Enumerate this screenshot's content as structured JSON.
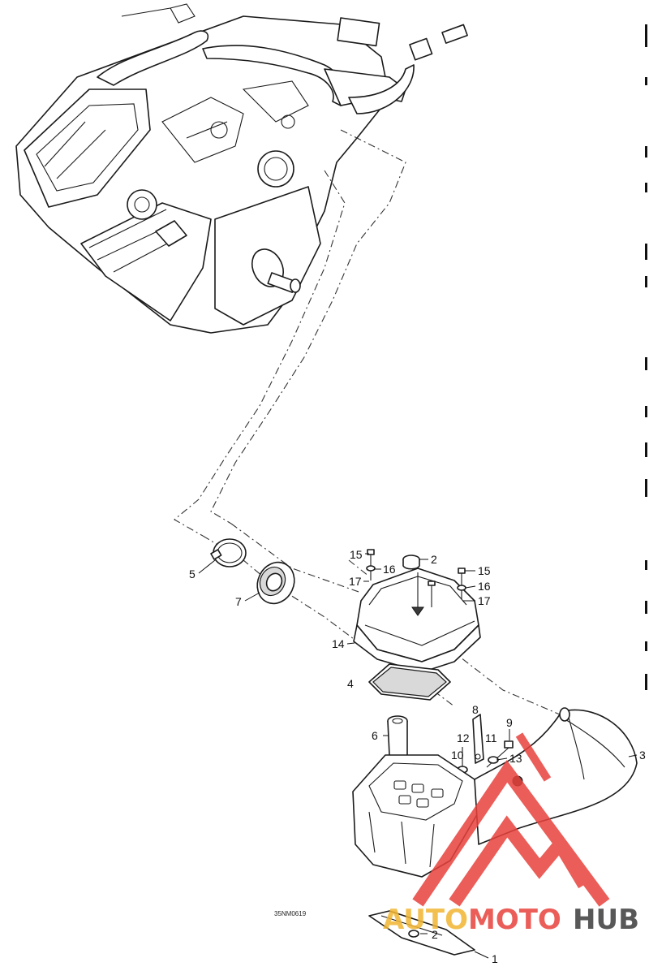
{
  "diagram": {
    "drawing_code": "35NM0619",
    "callouts": [
      {
        "id": "c15a",
        "text": "15"
      },
      {
        "id": "c2a",
        "text": "2"
      },
      {
        "id": "c16a",
        "text": "16"
      },
      {
        "id": "c17a",
        "text": "17"
      },
      {
        "id": "c15b",
        "text": "15"
      },
      {
        "id": "c16b",
        "text": "16"
      },
      {
        "id": "c17b",
        "text": "17"
      },
      {
        "id": "c5",
        "text": "5"
      },
      {
        "id": "c7",
        "text": "7"
      },
      {
        "id": "c14",
        "text": "14"
      },
      {
        "id": "c4",
        "text": "4"
      },
      {
        "id": "c8",
        "text": "8"
      },
      {
        "id": "c9",
        "text": "9"
      },
      {
        "id": "c12",
        "text": "12"
      },
      {
        "id": "c11",
        "text": "11"
      },
      {
        "id": "c6",
        "text": "6"
      },
      {
        "id": "c10",
        "text": "10"
      },
      {
        "id": "c13",
        "text": "13"
      },
      {
        "id": "c3",
        "text": "3"
      },
      {
        "id": "c2b",
        "text": "2"
      },
      {
        "id": "c1",
        "text": "1"
      }
    ]
  },
  "watermark": {
    "part1": "AUTO",
    "part2": "MOTO",
    "part3": "HUB",
    "color_auto": "#f2b632",
    "color_moto": "#e8413b",
    "color_hub": "#3b3b3b",
    "logo_color": "#e8413b"
  }
}
